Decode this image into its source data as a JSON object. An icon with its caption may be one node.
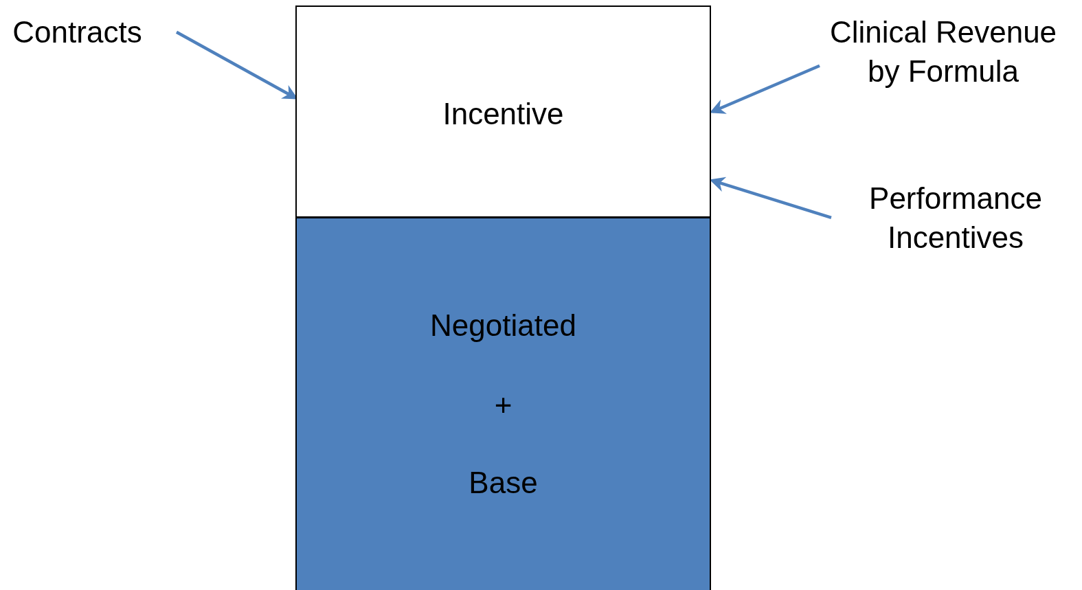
{
  "diagram": {
    "nodes": [
      {
        "text": [
          "Incentive"
        ]
      },
      {
        "text": [
          "Negotiated",
          "+",
          "Base"
        ]
      },
      {
        "text": [
          "Contracts"
        ]
      },
      {
        "text": [
          "Clinical Revenue by Formula"
        ]
      },
      {
        "text": [
          "Performance Incentives"
        ]
      }
    ],
    "edges": [
      {
        "from": 2,
        "to": 0,
        "arrow": "to"
      },
      {
        "from": 3,
        "to": 0,
        "arrow": "to"
      },
      {
        "from": 4,
        "to": 0,
        "arrow": "to"
      }
    ]
  }
}
